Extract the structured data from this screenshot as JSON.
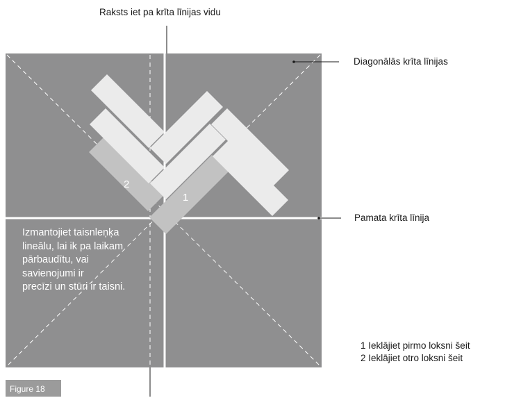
{
  "labels": {
    "top": "Raksts iet pa krīta līnijas vidu",
    "diagonal": "Diagonālās krīta līnijas",
    "base": "Pamata krīta līnija"
  },
  "note_lines": [
    "Izmantojiet taisnleņķa",
    "lineālu, lai ik pa laikam",
    "pārbaudītu, vai",
    "savienojumi ir",
    "precīzi un stūri ir taisni."
  ],
  "legend": [
    "1  Ieklājiet pirmo loksni šeit",
    "2  Ieklājiet otro loksni šeit"
  ],
  "sheet_numbers": [
    "1",
    "2"
  ],
  "figure_label": "Figure 18",
  "colors": {
    "board": "#8f8f90",
    "tile": "#ebebeb",
    "sheet": "#c2c2c2",
    "chalk": "#ffffff"
  }
}
